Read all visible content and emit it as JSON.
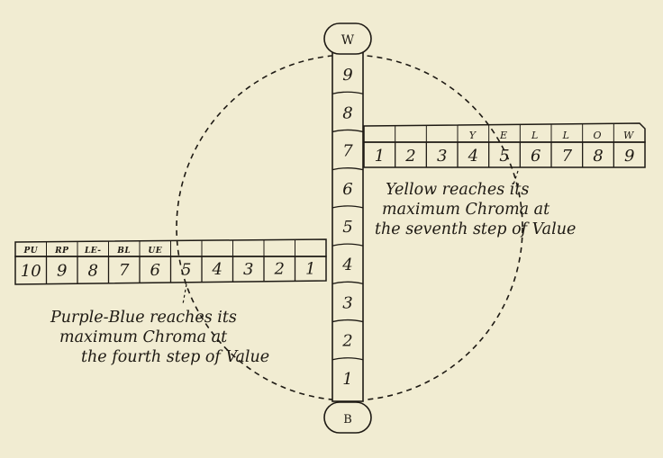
{
  "axis": {
    "top_label": "W",
    "bottom_label": "B",
    "values": [
      "9",
      "8",
      "7",
      "6",
      "5",
      "4",
      "3",
      "2",
      "1"
    ]
  },
  "yellow_bar": {
    "chroma_steps": [
      "1",
      "2",
      "3",
      "4",
      "5",
      "6",
      "7",
      "8",
      "9"
    ],
    "caption_letters": [
      "Y",
      "E",
      "L",
      "L",
      "O",
      "W"
    ],
    "value_step": 7
  },
  "purple_blue_bar": {
    "chroma_steps": [
      "10",
      "9",
      "8",
      "7",
      "6",
      "5",
      "4",
      "3",
      "2",
      "1"
    ],
    "caption_segments": [
      "PU",
      "RP",
      "LE-",
      "BL",
      "UE"
    ],
    "value_step": 4
  },
  "notes": {
    "yellow": [
      "Yellow reaches its",
      "maximum Chroma at",
      "the seventh step of Value"
    ],
    "purple_blue": [
      "Purple-Blue reaches its",
      "maximum Chroma at",
      "the fourth step of Value"
    ]
  },
  "colors": {
    "paper": "#f1ecd2",
    "ink": "#1e1a14"
  }
}
